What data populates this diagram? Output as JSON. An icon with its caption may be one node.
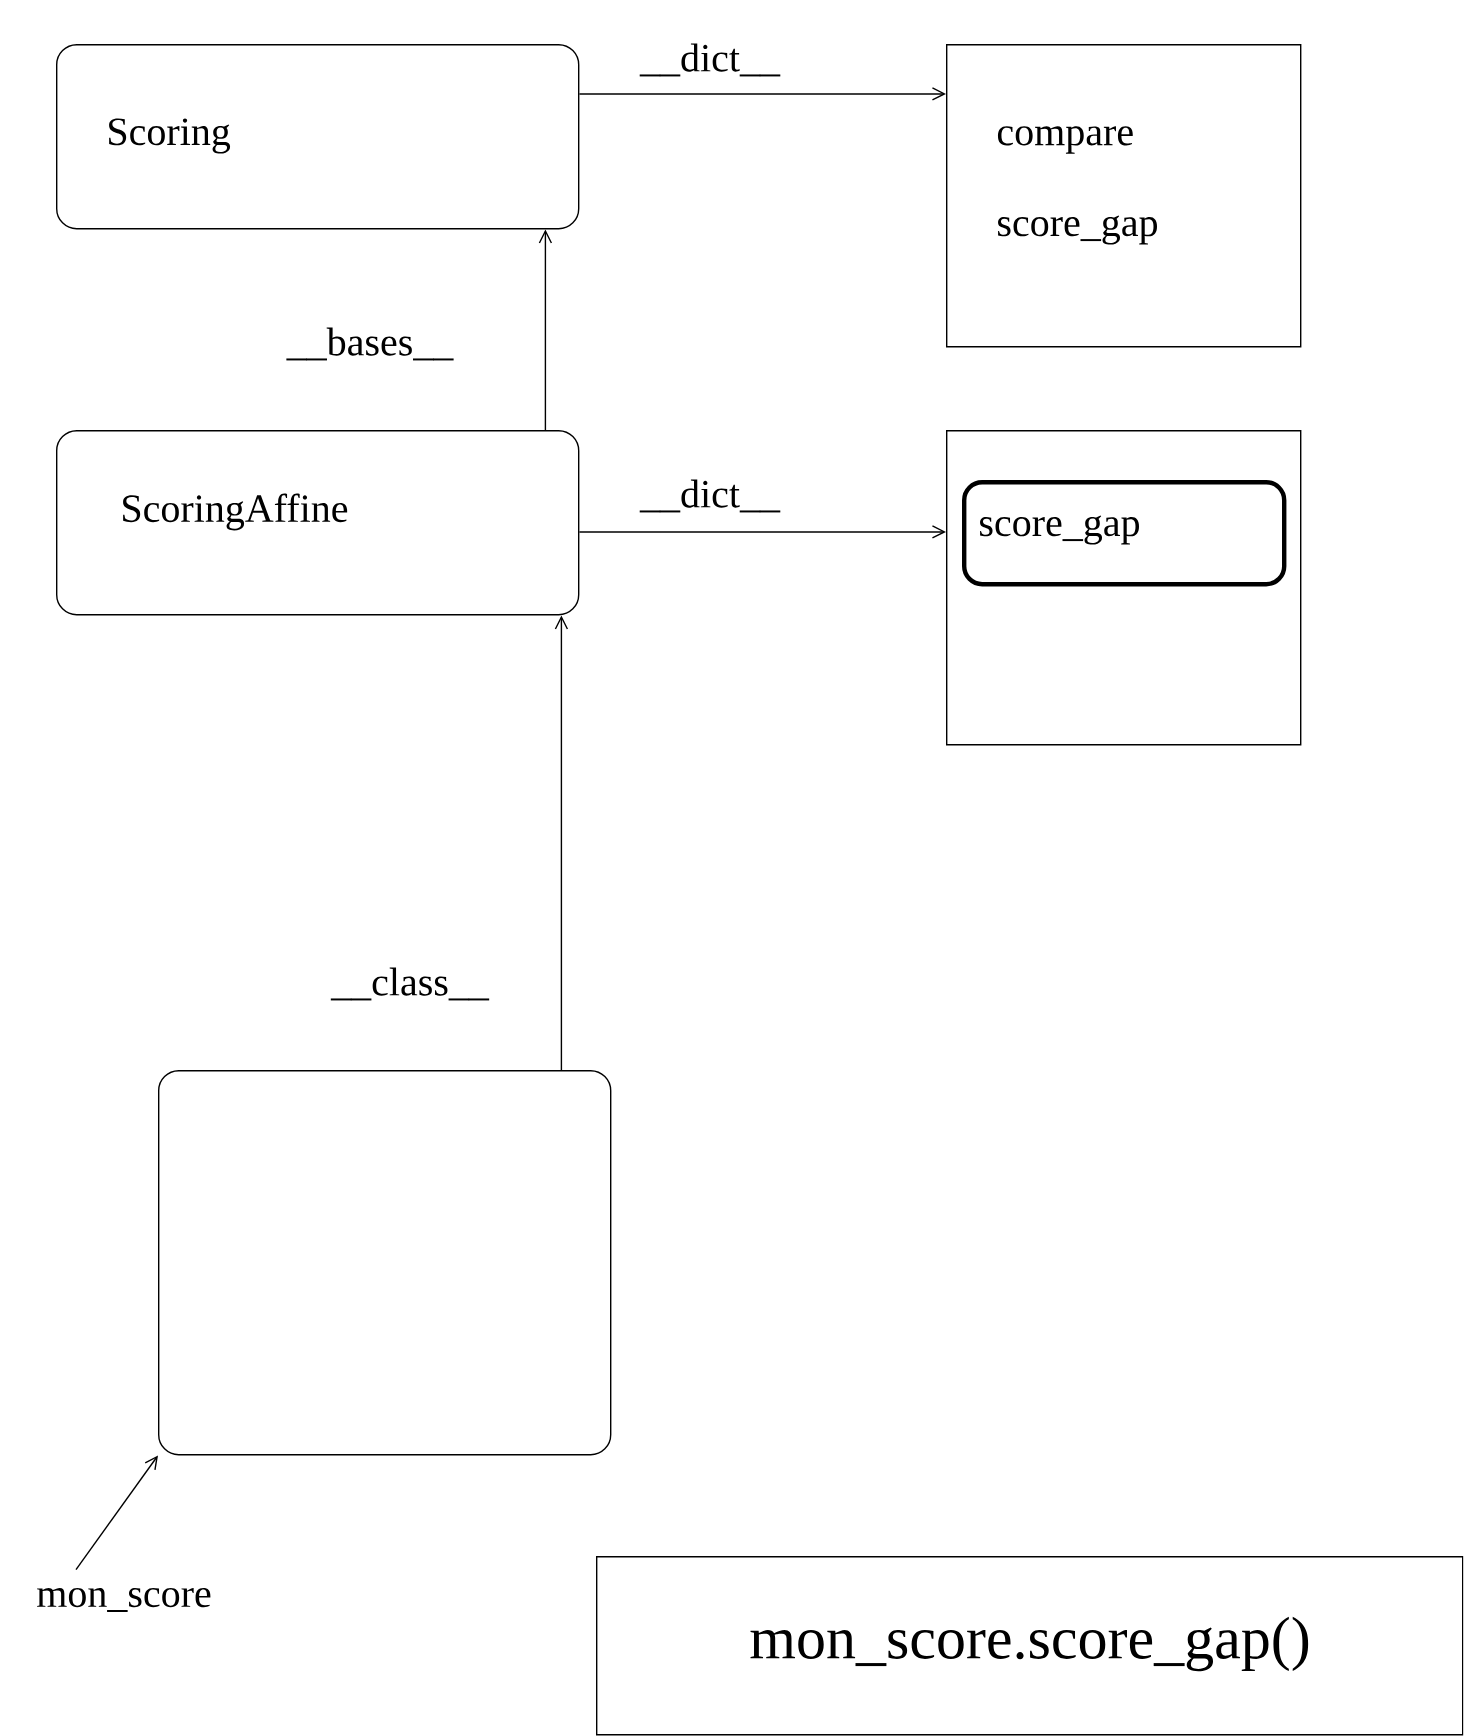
{
  "diagram": {
    "nodes": [
      {
        "text": [
          "Scoring"
        ]
      },
      {
        "text": [
          "compare",
          "score_gap"
        ]
      },
      {
        "text": [
          "ScoringAffine"
        ]
      },
      {
        "text": [],
        "shape": "box"
      },
      {
        "text": [
          "score_gap"
        ],
        "in": 3
      },
      {
        "text": [],
        "shape": "box"
      },
      {
        "text": [
          "mon_score"
        ]
      },
      {
        "text": [
          "mon_score.score_gap()"
        ]
      }
    ],
    "edges": [
      {
        "from": 0,
        "to": 1,
        "arrow": "to",
        "label": "__dict__"
      },
      {
        "from": 2,
        "to": 0,
        "arrow": "to",
        "label": "__bases__"
      },
      {
        "from": 2,
        "to": 3,
        "arrow": "to",
        "label": "__dict__"
      },
      {
        "from": 5,
        "to": 2,
        "arrow": "to",
        "label": "__class__"
      },
      {
        "from": 6,
        "to": 5,
        "arrow": "to"
      }
    ]
  }
}
